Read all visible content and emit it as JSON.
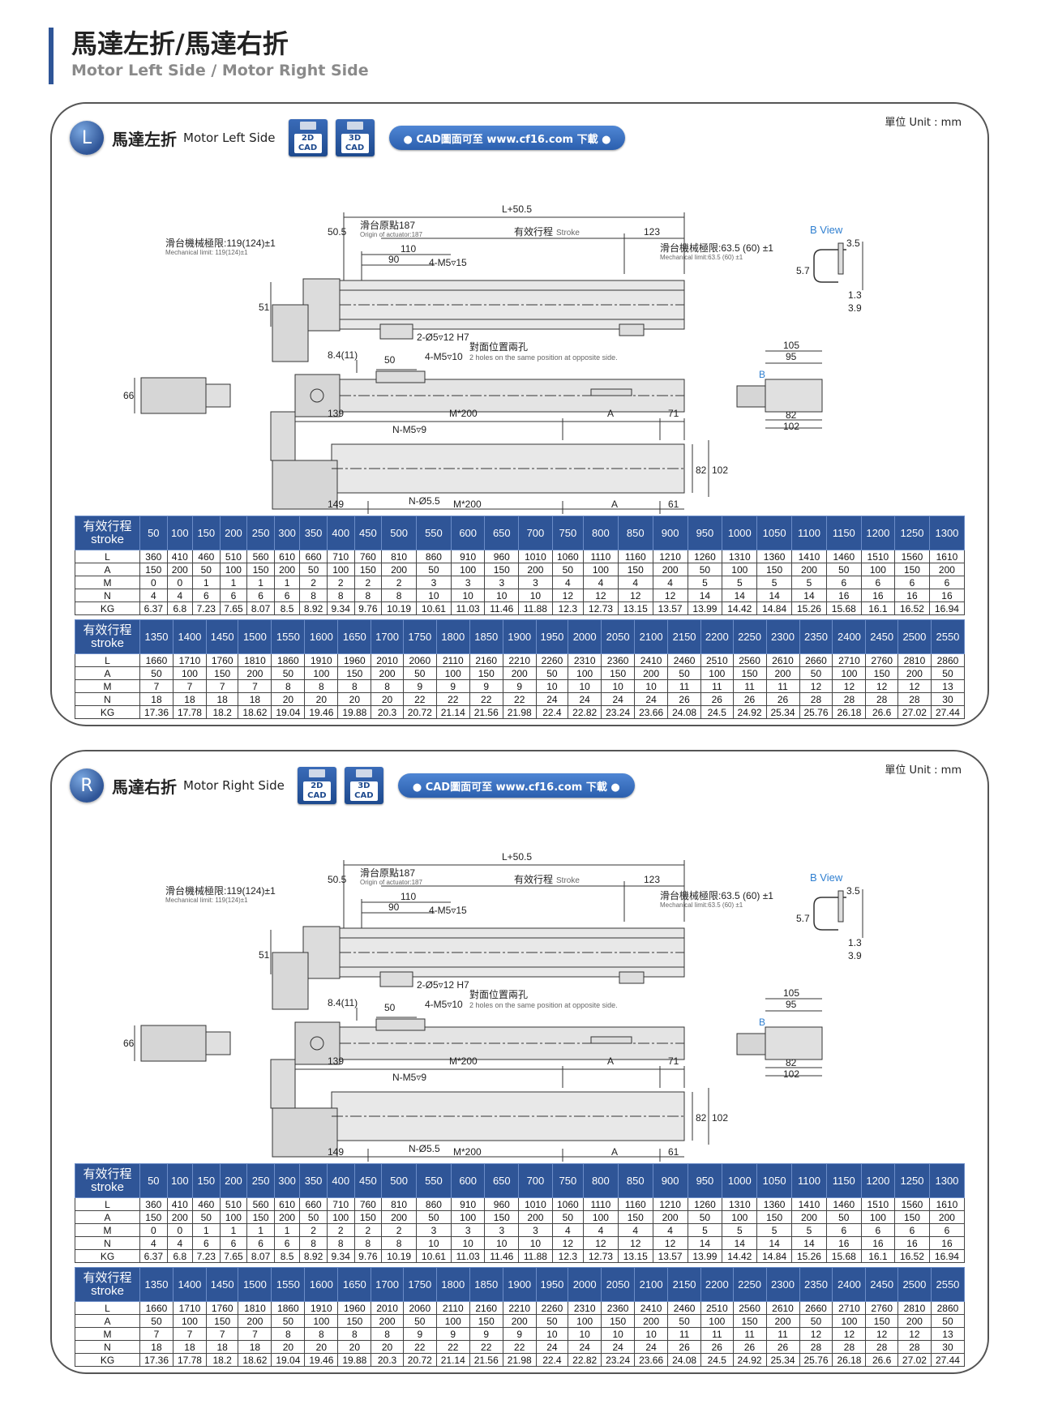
{
  "header": {
    "title_zh": "馬達左折/馬達右折",
    "title_en": "Motor Left Side / Motor Right Side"
  },
  "common": {
    "unit": "單位 Unit : mm",
    "cad2d": [
      "2D",
      "CAD"
    ],
    "cad3d": [
      "3D",
      "CAD"
    ],
    "cad_notice": "● CAD圖面可至 www.cf16.com 下載 ●",
    "dims": {
      "total": "L+50.5",
      "origin_zh": "滑台原點187",
      "origin_en": "Origin of actuator:187",
      "stroke_zh": "有效行程",
      "stroke_en": "Stroke",
      "mech_left_zh": "滑台機械極限:119(124)±1",
      "mech_left_en": "Mechanical limit: 119(124)±1",
      "mech_right_zh": "滑台機械極限:63.5 (60) ±1",
      "mech_right_en": "Mechanical limit:63.5 (60) ±1",
      "d50_5": "50.5",
      "d110": "110",
      "d90": "90",
      "d123": "123",
      "m5x15": "4-M5▿15",
      "d51": "51",
      "pin": "2-Ø5▿12 H7",
      "opposite_zh": "對面位置兩孔",
      "opposite_en": "2 holes on the same position at opposite side.",
      "m5x10": "4-M5▿10",
      "d8_4": "8.4(11)",
      "d50": "50",
      "d66": "66",
      "d105": "105",
      "d95": "95",
      "d82": "82",
      "d102": "102",
      "b_view": "B View",
      "b": "B",
      "d3_5": "3.5",
      "d5_7": "5.7",
      "d1_3": "1.3",
      "d3_9": "3.9",
      "d139": "139",
      "m200": "M*200",
      "a": "A",
      "d71": "71",
      "nm5": "N-M5▿9",
      "n55": "N-Ø5.5",
      "d149": "149",
      "d61": "61"
    }
  },
  "sections": [
    {
      "letter": "L",
      "name_zh": "馬達左折",
      "name_en": "Motor Left Side"
    },
    {
      "letter": "R",
      "name_zh": "馬達右折",
      "name_en": "Motor Right Side"
    }
  ],
  "table": {
    "header_zh": "有效行程",
    "header_en": "stroke",
    "part1": {
      "stroke": [
        "50",
        "100",
        "150",
        "200",
        "250",
        "300",
        "350",
        "400",
        "450",
        "500",
        "550",
        "600",
        "650",
        "700",
        "750",
        "800",
        "850",
        "900",
        "950",
        "1000",
        "1050",
        "1100",
        "1150",
        "1200",
        "1250",
        "1300"
      ],
      "rows": [
        {
          "label": "L",
          "values": [
            "360",
            "410",
            "460",
            "510",
            "560",
            "610",
            "660",
            "710",
            "760",
            "810",
            "860",
            "910",
            "960",
            "1010",
            "1060",
            "1110",
            "1160",
            "1210",
            "1260",
            "1310",
            "1360",
            "1410",
            "1460",
            "1510",
            "1560",
            "1610"
          ]
        },
        {
          "label": "A",
          "values": [
            "150",
            "200",
            "50",
            "100",
            "150",
            "200",
            "50",
            "100",
            "150",
            "200",
            "50",
            "100",
            "150",
            "200",
            "50",
            "100",
            "150",
            "200",
            "50",
            "100",
            "150",
            "200",
            "50",
            "100",
            "150",
            "200"
          ]
        },
        {
          "label": "M",
          "values": [
            "0",
            "0",
            "1",
            "1",
            "1",
            "1",
            "2",
            "2",
            "2",
            "2",
            "3",
            "3",
            "3",
            "3",
            "4",
            "4",
            "4",
            "4",
            "5",
            "5",
            "5",
            "5",
            "6",
            "6",
            "6",
            "6"
          ]
        },
        {
          "label": "N",
          "values": [
            "4",
            "4",
            "6",
            "6",
            "6",
            "6",
            "8",
            "8",
            "8",
            "8",
            "10",
            "10",
            "10",
            "10",
            "12",
            "12",
            "12",
            "12",
            "14",
            "14",
            "14",
            "14",
            "16",
            "16",
            "16",
            "16"
          ]
        },
        {
          "label": "KG",
          "values": [
            "6.37",
            "6.8",
            "7.23",
            "7.65",
            "8.07",
            "8.5",
            "8.92",
            "9.34",
            "9.76",
            "10.19",
            "10.61",
            "11.03",
            "11.46",
            "11.88",
            "12.3",
            "12.73",
            "13.15",
            "13.57",
            "13.99",
            "14.42",
            "14.84",
            "15.26",
            "15.68",
            "16.1",
            "16.52",
            "16.94"
          ]
        }
      ]
    },
    "part2": {
      "stroke": [
        "1350",
        "1400",
        "1450",
        "1500",
        "1550",
        "1600",
        "1650",
        "1700",
        "1750",
        "1800",
        "1850",
        "1900",
        "1950",
        "2000",
        "2050",
        "2100",
        "2150",
        "2200",
        "2250",
        "2300",
        "2350",
        "2400",
        "2450",
        "2500",
        "2550"
      ],
      "rows": [
        {
          "label": "L",
          "values": [
            "1660",
            "1710",
            "1760",
            "1810",
            "1860",
            "1910",
            "1960",
            "2010",
            "2060",
            "2110",
            "2160",
            "2210",
            "2260",
            "2310",
            "2360",
            "2410",
            "2460",
            "2510",
            "2560",
            "2610",
            "2660",
            "2710",
            "2760",
            "2810",
            "2860"
          ]
        },
        {
          "label": "A",
          "values": [
            "50",
            "100",
            "150",
            "200",
            "50",
            "100",
            "150",
            "200",
            "50",
            "100",
            "150",
            "200",
            "50",
            "100",
            "150",
            "200",
            "50",
            "100",
            "150",
            "200",
            "50",
            "100",
            "150",
            "200",
            "50"
          ]
        },
        {
          "label": "M",
          "values": [
            "7",
            "7",
            "7",
            "7",
            "8",
            "8",
            "8",
            "8",
            "9",
            "9",
            "9",
            "9",
            "10",
            "10",
            "10",
            "10",
            "11",
            "11",
            "11",
            "11",
            "12",
            "12",
            "12",
            "12",
            "13"
          ]
        },
        {
          "label": "N",
          "values": [
            "18",
            "18",
            "18",
            "18",
            "20",
            "20",
            "20",
            "20",
            "22",
            "22",
            "22",
            "22",
            "24",
            "24",
            "24",
            "24",
            "26",
            "26",
            "26",
            "26",
            "28",
            "28",
            "28",
            "28",
            "30"
          ]
        },
        {
          "label": "KG",
          "values": [
            "17.36",
            "17.78",
            "18.2",
            "18.62",
            "19.04",
            "19.46",
            "19.88",
            "20.3",
            "20.72",
            "21.14",
            "21.56",
            "21.98",
            "22.4",
            "22.82",
            "23.24",
            "23.66",
            "24.08",
            "24.5",
            "24.92",
            "25.34",
            "25.76",
            "26.18",
            "26.6",
            "27.02",
            "27.44"
          ]
        }
      ]
    }
  }
}
